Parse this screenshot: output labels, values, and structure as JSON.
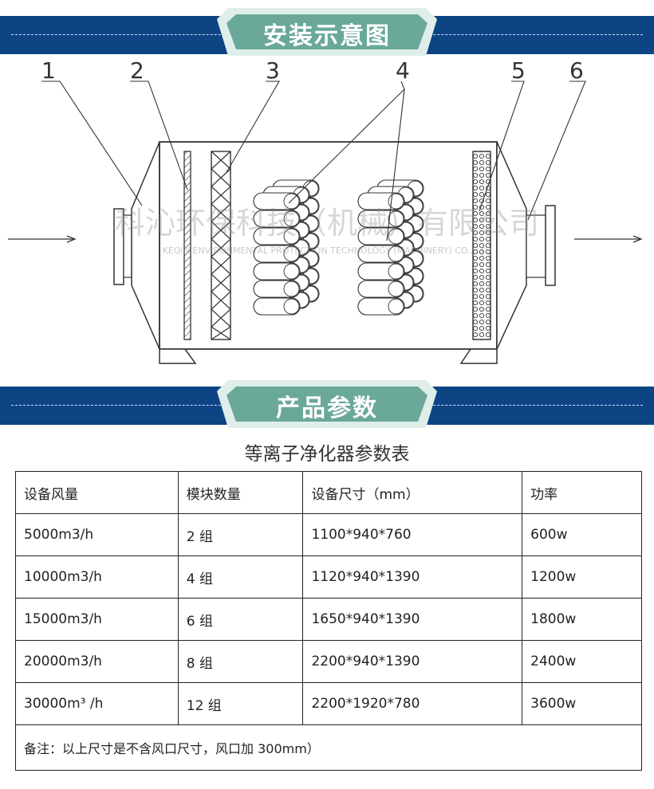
{
  "banner_install": {
    "title": "安装示意图"
  },
  "banner_product": {
    "title": "产品参数"
  },
  "diagram": {
    "callouts": [
      "1",
      "2",
      "3",
      "4",
      "5",
      "6"
    ],
    "watermark_cn": "科沁环保科技（机械）有限公司",
    "watermark_en": "KEQIN ENVIRONMENTAL PROTECTION TECHNOLOGY (MACHINERY) CO., LTD"
  },
  "table": {
    "title": "等离子净化器参数表",
    "headers": [
      "设备风量",
      "模块数量",
      "设备尺寸（mm）",
      "功率"
    ],
    "rows": [
      [
        "5000m3/h",
        "2 组",
        "1100*940*760",
        "600w"
      ],
      [
        "10000m3/h",
        "4 组",
        "1120*940*1390",
        "1200w"
      ],
      [
        "15000m3/h",
        "6 组",
        "1650*940*1390",
        "1800w"
      ],
      [
        "20000m3/h",
        "8 组",
        "2200*940*1390",
        "2400w"
      ],
      [
        "30000m³ /h",
        "12 组",
        "2200*1920*780",
        "3600w"
      ]
    ],
    "note": "备注：以上尺寸是不含风口尺寸，风口加 300mm）"
  },
  "colors": {
    "banner": "#0d4484",
    "tab": "#dfeee9",
    "tab_text": "#ffffff"
  }
}
